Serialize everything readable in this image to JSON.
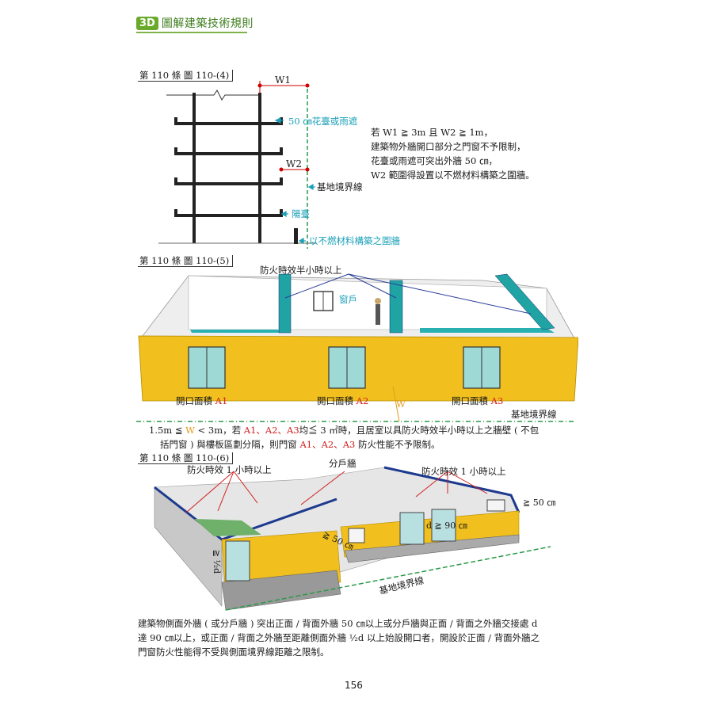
{
  "header": {
    "badge": "3D",
    "title": "圖解建築技術規則"
  },
  "fig1": {
    "label": "第 110 條  圖 110-(4)",
    "w1": "W1",
    "w2": "W2",
    "ann_balcony_canopy": "50 ㎝花臺或雨遮",
    "ann_boundary": "基地境界線",
    "ann_balcony": "陽臺",
    "ann_wall": "以不燃材料構築之圍牆",
    "desc": [
      "若 W1 ≧ 3m 且 W2 ≧ 1m，",
      "建築物外牆開口部分之門窗不予限制，",
      "花臺或雨遮可突出外牆 50 ㎝，",
      "W2 範圍得設置以不燃材料構築之圍牆。"
    ]
  },
  "fig2": {
    "label": "第 110 條  圖 110-(5)",
    "ann_fire": "防火時效半小時以上",
    "ann_window": "窗戶",
    "open_prefix": "開口面積",
    "a1": "A1",
    "a2": "A2",
    "a3": "A3",
    "w": "W",
    "boundary": "基地境界線",
    "desc1_a": "1.5m ≦ ",
    "desc1_w": "W",
    "desc1_b": " < 3m，若 ",
    "desc1_list": "A1、A2、A3",
    "desc1_c": "均≦ 3 ㎡時，且居室以具防火時效半小時以上之牆壁 ( 不包",
    "desc2_a": "括門窗 ) 與樓板區劃分隔，則門窗 ",
    "desc2_list": "A1、A2、A3",
    "desc2_b": " 防火性能不予限制。"
  },
  "fig3": {
    "label": "第 110 條  圖 110-(6)",
    "ann_fire_left": "防火時效 1 小時以上",
    "ann_partition": "分戶牆",
    "ann_fire_right": "防火時效 1 小時以上",
    "ann_50cm": "≧ 50 ㎝",
    "ann_d90": "d ≧ 90 ㎝",
    "ann_50cm_mid": "≧ 50 ㎝",
    "ann_half_d": "≧ ½d",
    "boundary": "基地境界線",
    "desc": [
      "建築物側面外牆 ( 或分戶牆 ) 突出正面 / 背面外牆 50 ㎝以上或分戶牆與正面 / 背面之外牆交接處 d",
      "達 90 ㎝以上，或正面 / 背面之外牆至距離側面外牆 ½d 以上始設開口者，開設於正面 / 背面外牆之",
      "門窗防火性能得不受與側面境界線距離之限制。"
    ]
  },
  "footer": {
    "page_number": "156"
  },
  "colors": {
    "cyan": "#1aa0b8",
    "red": "#d21e1e",
    "wall": "#f2c01e",
    "teal": "#1fa3a3",
    "green": "#6aaa2a"
  }
}
